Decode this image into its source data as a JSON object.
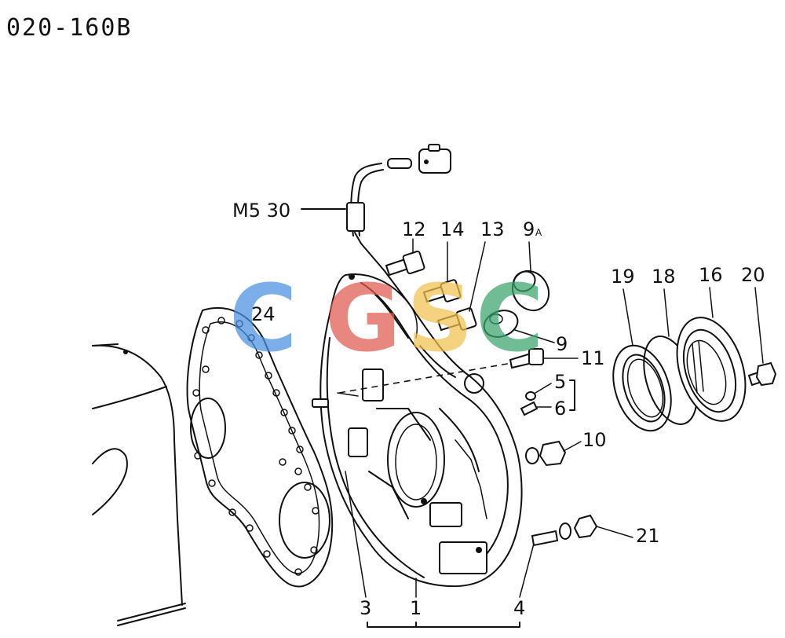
{
  "document_code": "020-160B",
  "callouts": {
    "c1": "1",
    "c3": "3",
    "c4": "4",
    "c5": "5",
    "c6": "6",
    "c9": "9",
    "c9a_num": "9",
    "c9a_sub": "A",
    "c10": "10",
    "c11": "11",
    "c12": "12",
    "c13": "13",
    "c14": "14",
    "c16": "16",
    "c18": "18",
    "c19": "19",
    "c20": "20",
    "c21": "21",
    "c24": "24",
    "m5_30": "M5 30"
  },
  "watermark": {
    "letters": [
      "C",
      "G",
      "S",
      "C"
    ],
    "colors": [
      "#4a90e2",
      "#e05a4e",
      "#f2c14e",
      "#3aa36b"
    ]
  }
}
